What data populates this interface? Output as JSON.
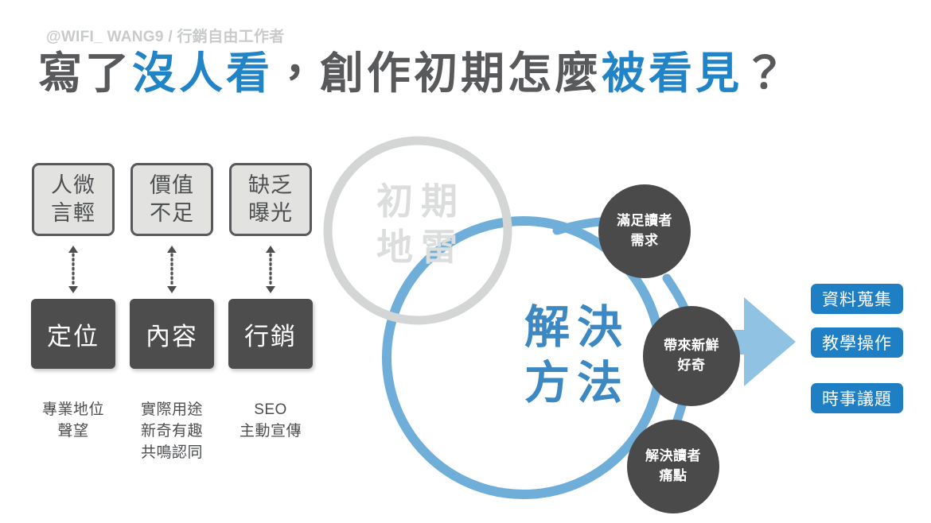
{
  "header": {
    "handle": "@WIFI_ WANG9 / 行銷自由工作者",
    "title_part1": "寫了",
    "title_highlight1": "沒人看",
    "title_part2": "，創作初期怎麼",
    "title_highlight2": "被看見",
    "title_part3": "？"
  },
  "colors": {
    "accent_blue": "#2184c6",
    "box_blue": "#1f7fc4",
    "arc_blue": "#6faed9",
    "arrow_blue": "#8fc2e3",
    "dark_gray": "#4d4d4d",
    "node_gray": "#4a4a4a",
    "light_gray_fill": "#e2e3e1",
    "border_gray": "#58595b",
    "ghost_gray": "#dcdddd",
    "circle_ring_gray": "#d4d5d5",
    "caption_gray": "#4d4e50",
    "handle_gray": "#c9cbcb",
    "background": "#ffffff"
  },
  "problems": [
    {
      "line1": "人微",
      "line2": "言輕"
    },
    {
      "line1": "價值",
      "line2": "不足"
    },
    {
      "line1": "缺乏",
      "line2": "曝光"
    }
  ],
  "solutions": [
    {
      "label": "定位"
    },
    {
      "label": "內容"
    },
    {
      "label": "行銷"
    }
  ],
  "captions": [
    {
      "lines": [
        "專業地位",
        "聲望"
      ]
    },
    {
      "lines": [
        "實際用途",
        "新奇有趣",
        "共鳴認同"
      ]
    },
    {
      "lines": [
        "SEO",
        "主動宣傳"
      ]
    }
  ],
  "circles": {
    "mine_label": {
      "line1": "初期",
      "line2": "地雷"
    },
    "solve_label": {
      "line1": "解決",
      "line2": "方法"
    }
  },
  "nodes": [
    {
      "line1": "滿足讀者",
      "line2": "需求"
    },
    {
      "line1": "帶來新鮮",
      "line2": "好奇"
    },
    {
      "line1": "解決讀者",
      "line2": "痛點"
    }
  ],
  "outputs": [
    {
      "label": "資料蒐集"
    },
    {
      "label": "教學操作"
    },
    {
      "label": "時事議題"
    }
  ]
}
